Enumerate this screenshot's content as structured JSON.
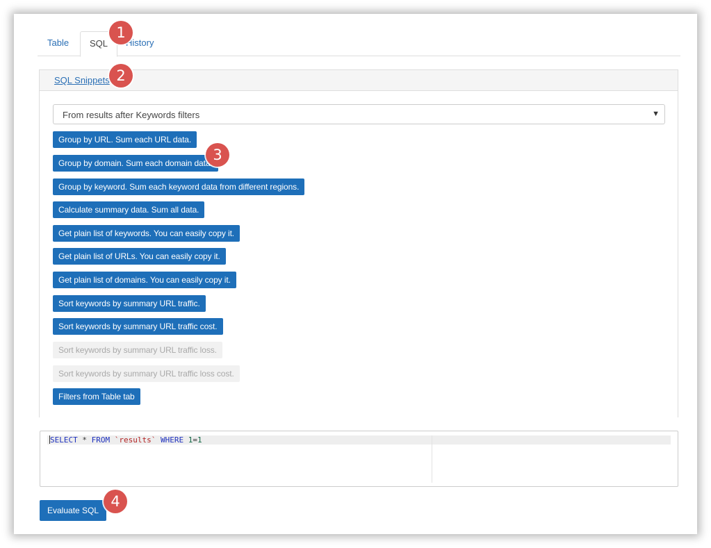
{
  "tabs": [
    {
      "label": "Table"
    },
    {
      "label": "SQL",
      "active": true
    },
    {
      "label": "History"
    }
  ],
  "snippets_panel": {
    "title": "SQL Snippets",
    "source_select": {
      "selected": "From results after Keywords filters"
    },
    "buttons": [
      {
        "label": "Group by URL. Sum each URL data.",
        "enabled": true
      },
      {
        "label": "Group by domain. Sum each domain data.",
        "enabled": true
      },
      {
        "label": "Group by keyword. Sum each keyword data from different regions.",
        "enabled": true
      },
      {
        "label": "Calculate summary data. Sum all data.",
        "enabled": true
      },
      {
        "label": "Get plain list of keywords. You can easily copy it.",
        "enabled": true
      },
      {
        "label": "Get plain list of URLs. You can easily copy it.",
        "enabled": true
      },
      {
        "label": "Get plain list of domains. You can easily copy it.",
        "enabled": true
      },
      {
        "label": "Sort keywords by summary URL traffic.",
        "enabled": true
      },
      {
        "label": "Sort keywords by summary URL traffic cost.",
        "enabled": true
      },
      {
        "label": "Sort keywords by summary URL traffic loss.",
        "enabled": false
      },
      {
        "label": "Sort keywords by summary URL traffic loss cost.",
        "enabled": false
      },
      {
        "label": "Filters from Table tab",
        "enabled": true
      }
    ]
  },
  "editor": {
    "tokens": {
      "select": "SELECT",
      "star": " * ",
      "from": "FROM",
      "table": "`results`",
      "where": "WHERE",
      "one_a": "1",
      "eq": "=",
      "one_b": "1"
    }
  },
  "evaluate_button": {
    "label": "Evaluate SQL"
  },
  "callouts": [
    "1",
    "2",
    "3",
    "4"
  ],
  "colors": {
    "accent": "#1e6fb9",
    "badge": "#d9534f",
    "link": "#2a6fb5"
  }
}
